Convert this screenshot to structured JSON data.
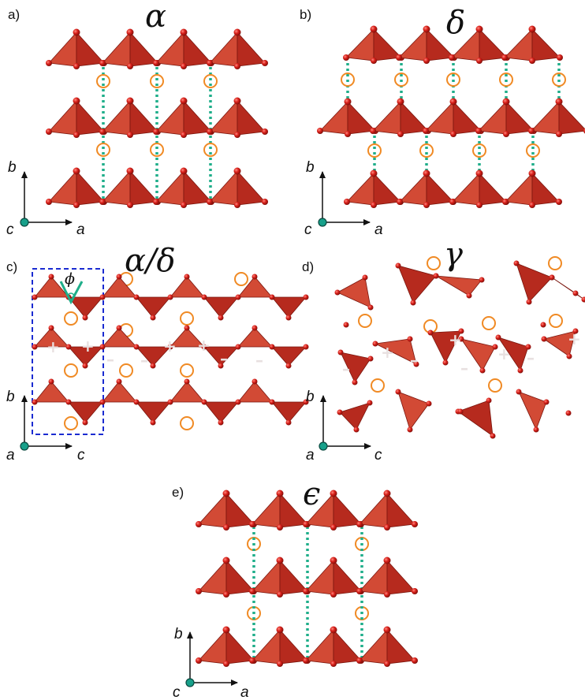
{
  "colors": {
    "polyhedron": "#b62a1e",
    "polyhedron_dark": "#7a150d",
    "polyhedron_light": "#d24a35",
    "atom": "#d8201a",
    "cation_ring": "#f08a24",
    "hbond": "#1fae8a",
    "unit_cell": "#1a2bd1",
    "axis_origin": "#17a08a"
  },
  "panels": [
    {
      "id": "a",
      "label": "a)",
      "title": "α",
      "axes": {
        "up": "b",
        "right": "a",
        "origin": "c"
      }
    },
    {
      "id": "b",
      "label": "b)",
      "title": "δ",
      "axes": {
        "up": "b",
        "right": "a",
        "origin": "c"
      }
    },
    {
      "id": "c",
      "label": "c)",
      "title": "α/δ",
      "axes": {
        "up": "b",
        "right": "c",
        "origin": "a"
      },
      "angle_label": "ϕ",
      "signs_plus": [
        "+",
        "+",
        "+",
        "+"
      ],
      "signs_minus": [
        "–",
        "–",
        "–",
        "–"
      ]
    },
    {
      "id": "d",
      "label": "d)",
      "title": "γ",
      "axes": {
        "up": "b",
        "right": "c",
        "origin": "a"
      },
      "signs_plus": [
        "+",
        "+",
        "+",
        "+"
      ],
      "signs_minus": [
        "–",
        "–",
        "–",
        "–"
      ]
    },
    {
      "id": "e",
      "label": "e)",
      "title": "ϵ",
      "axes": {
        "up": "b",
        "right": "a",
        "origin": "c"
      }
    }
  ]
}
